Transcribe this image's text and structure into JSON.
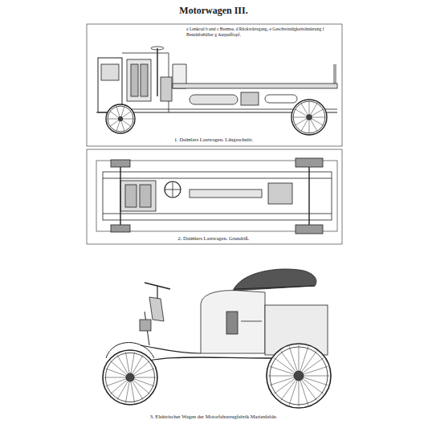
{
  "diagram": {
    "title": "Motorwagen III.",
    "labels": [
      "a Lenkrad b und c Bremse, d Rückwärtsgang, e Geschwindigkeitsänderung f Benzinbehälter g Auspufftopf.",
      "1. Daimlers Lastwagen. Längsschnitt.",
      "2. Daimlers Lastwagen. Grundriß.",
      "3. Elektrischer Wagen der Motorfahrzeugfabrik Marienfelde."
    ]
  }
}
